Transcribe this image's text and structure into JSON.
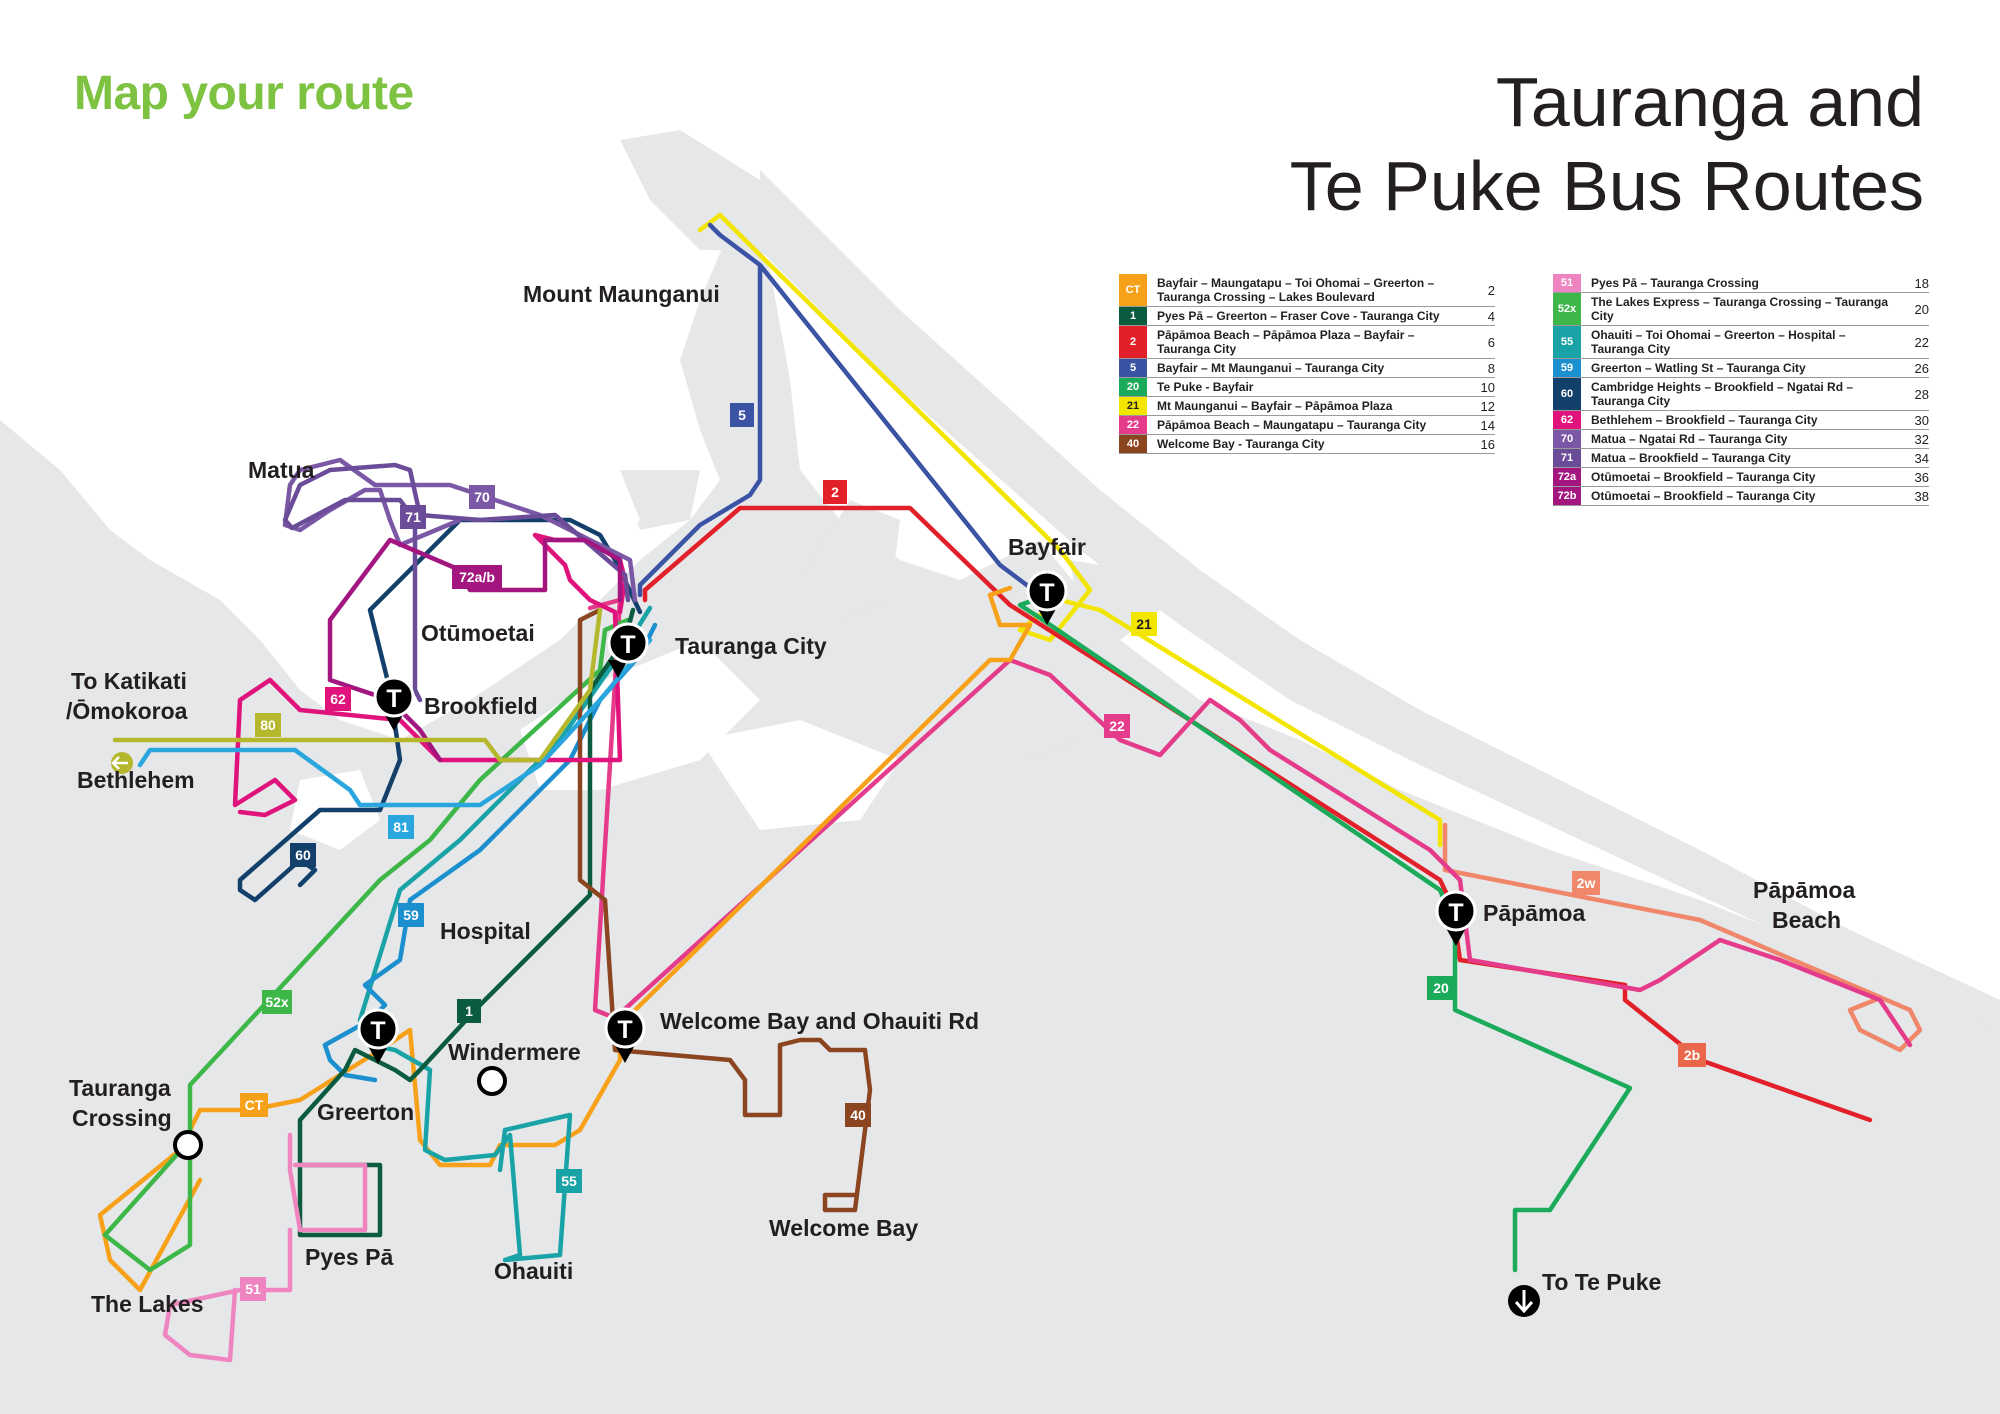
{
  "header": {
    "tagline": "Map your route",
    "title_line1": "Tauranga and",
    "title_line2": "Te Puke Bus Routes"
  },
  "legend_left": [
    {
      "code": "CT",
      "color": "#f7a11a",
      "desc": "Bayfair – Maungatapu – Toi Ohomai – Greerton – Tauranga Crossing – Lakes Boulevard",
      "page": "2"
    },
    {
      "code": "1",
      "color": "#0b5c3e",
      "desc": "Pyes Pā – Greerton – Fraser Cove - Tauranga City",
      "page": "4"
    },
    {
      "code": "2",
      "color": "#e2202a",
      "desc": "Pāpāmoa Beach – Pāpāmoa Plaza – Bayfair – Tauranga City",
      "page": "6"
    },
    {
      "code": "5",
      "color": "#3b53a4",
      "desc": "Bayfair – Mt Maunganui – Tauranga City",
      "page": "8"
    },
    {
      "code": "20",
      "color": "#1aaa5a",
      "desc": "Te Puke - Bayfair",
      "page": "10"
    },
    {
      "code": "21",
      "color": "#f2e500",
      "desc": "Mt Maunganui – Bayfair – Pāpāmoa Plaza",
      "page": "12"
    },
    {
      "code": "22",
      "color": "#e43b8b",
      "desc": "Pāpāmoa Beach – Maungatapu – Tauranga City",
      "page": "14"
    },
    {
      "code": "40",
      "color": "#8b4520",
      "desc": "Welcome Bay - Tauranga City",
      "page": "16"
    }
  ],
  "legend_right": [
    {
      "code": "51",
      "color": "#ee85c0",
      "desc": "Pyes Pā – Tauranga Crossing",
      "page": "18"
    },
    {
      "code": "52x",
      "color": "#3eb749",
      "desc": "The Lakes Express – Tauranga Crossing – Tauranga City",
      "page": "20"
    },
    {
      "code": "55",
      "color": "#19a3a6",
      "desc": "Ohauiti – Toi Ohomai – Greerton – Hospital – Tauranga City",
      "page": "22"
    },
    {
      "code": "59",
      "color": "#1c8fcf",
      "desc": "Greerton – Watling St – Tauranga City",
      "page": "26"
    },
    {
      "code": "60",
      "color": "#13406b",
      "desc": "Cambridge Heights – Brookfield – Ngatai Rd – Tauranga City",
      "page": "28"
    },
    {
      "code": "62",
      "color": "#e0137d",
      "desc": "Bethlehem – Brookfield – Tauranga City",
      "page": "30"
    },
    {
      "code": "70",
      "color": "#7a58a6",
      "desc": "Matua – Ngatai Rd – Tauranga City",
      "page": "32"
    },
    {
      "code": "71",
      "color": "#6b4c99",
      "desc": "Matua – Brookfield – Tauranga City",
      "page": "34"
    },
    {
      "code": "72a",
      "color": "#a3157f",
      "desc": "Otūmoetai – Brookfield – Tauranga City",
      "page": "36"
    },
    {
      "code": "72b",
      "color": "#a3157f",
      "desc": "Otūmoetai – Brookfield – Tauranga City",
      "page": "38"
    }
  ],
  "places": {
    "mount": "Mount Maunganui",
    "matua": "Matua",
    "otumoetai": "Otūmoetai",
    "brookfield": "Brookfield",
    "tauranga_city": "Tauranga City",
    "bayfair": "Bayfair",
    "katikati1": "To Katikati",
    "katikati2": "/Ōmokoroa",
    "bethlehem": "Bethlehem",
    "hospital": "Hospital",
    "welcome_bay_ohauiti": "Welcome Bay and Ohauiti Rd",
    "windermere": "Windermere",
    "greerton": "Greerton",
    "tauranga_crossing1": "Tauranga",
    "tauranga_crossing2": "Crossing",
    "pyes_pa": "Pyes Pā",
    "the_lakes": "The Lakes",
    "ohauiti": "Ohauiti",
    "welcome_bay": "Welcome Bay",
    "papamoa": "Pāpāmoa",
    "papamoa_beach1": "Pāpāmoa",
    "papamoa_beach2": "Beach",
    "to_te_puke": "To Te Puke"
  },
  "badges": {
    "b5": "5",
    "b2": "2",
    "b70": "70",
    "b71": "71",
    "b72": "72a/b",
    "b62": "62",
    "b80": "80",
    "b81": "81",
    "b60": "60",
    "b59": "59",
    "b52x": "52x",
    "bCT": "CT",
    "b1": "1",
    "b51": "51",
    "b55": "55",
    "b40": "40",
    "b21": "21",
    "b22": "22",
    "b2w": "2w",
    "b20": "20",
    "b2b": "2b"
  },
  "hub_letter": "T"
}
